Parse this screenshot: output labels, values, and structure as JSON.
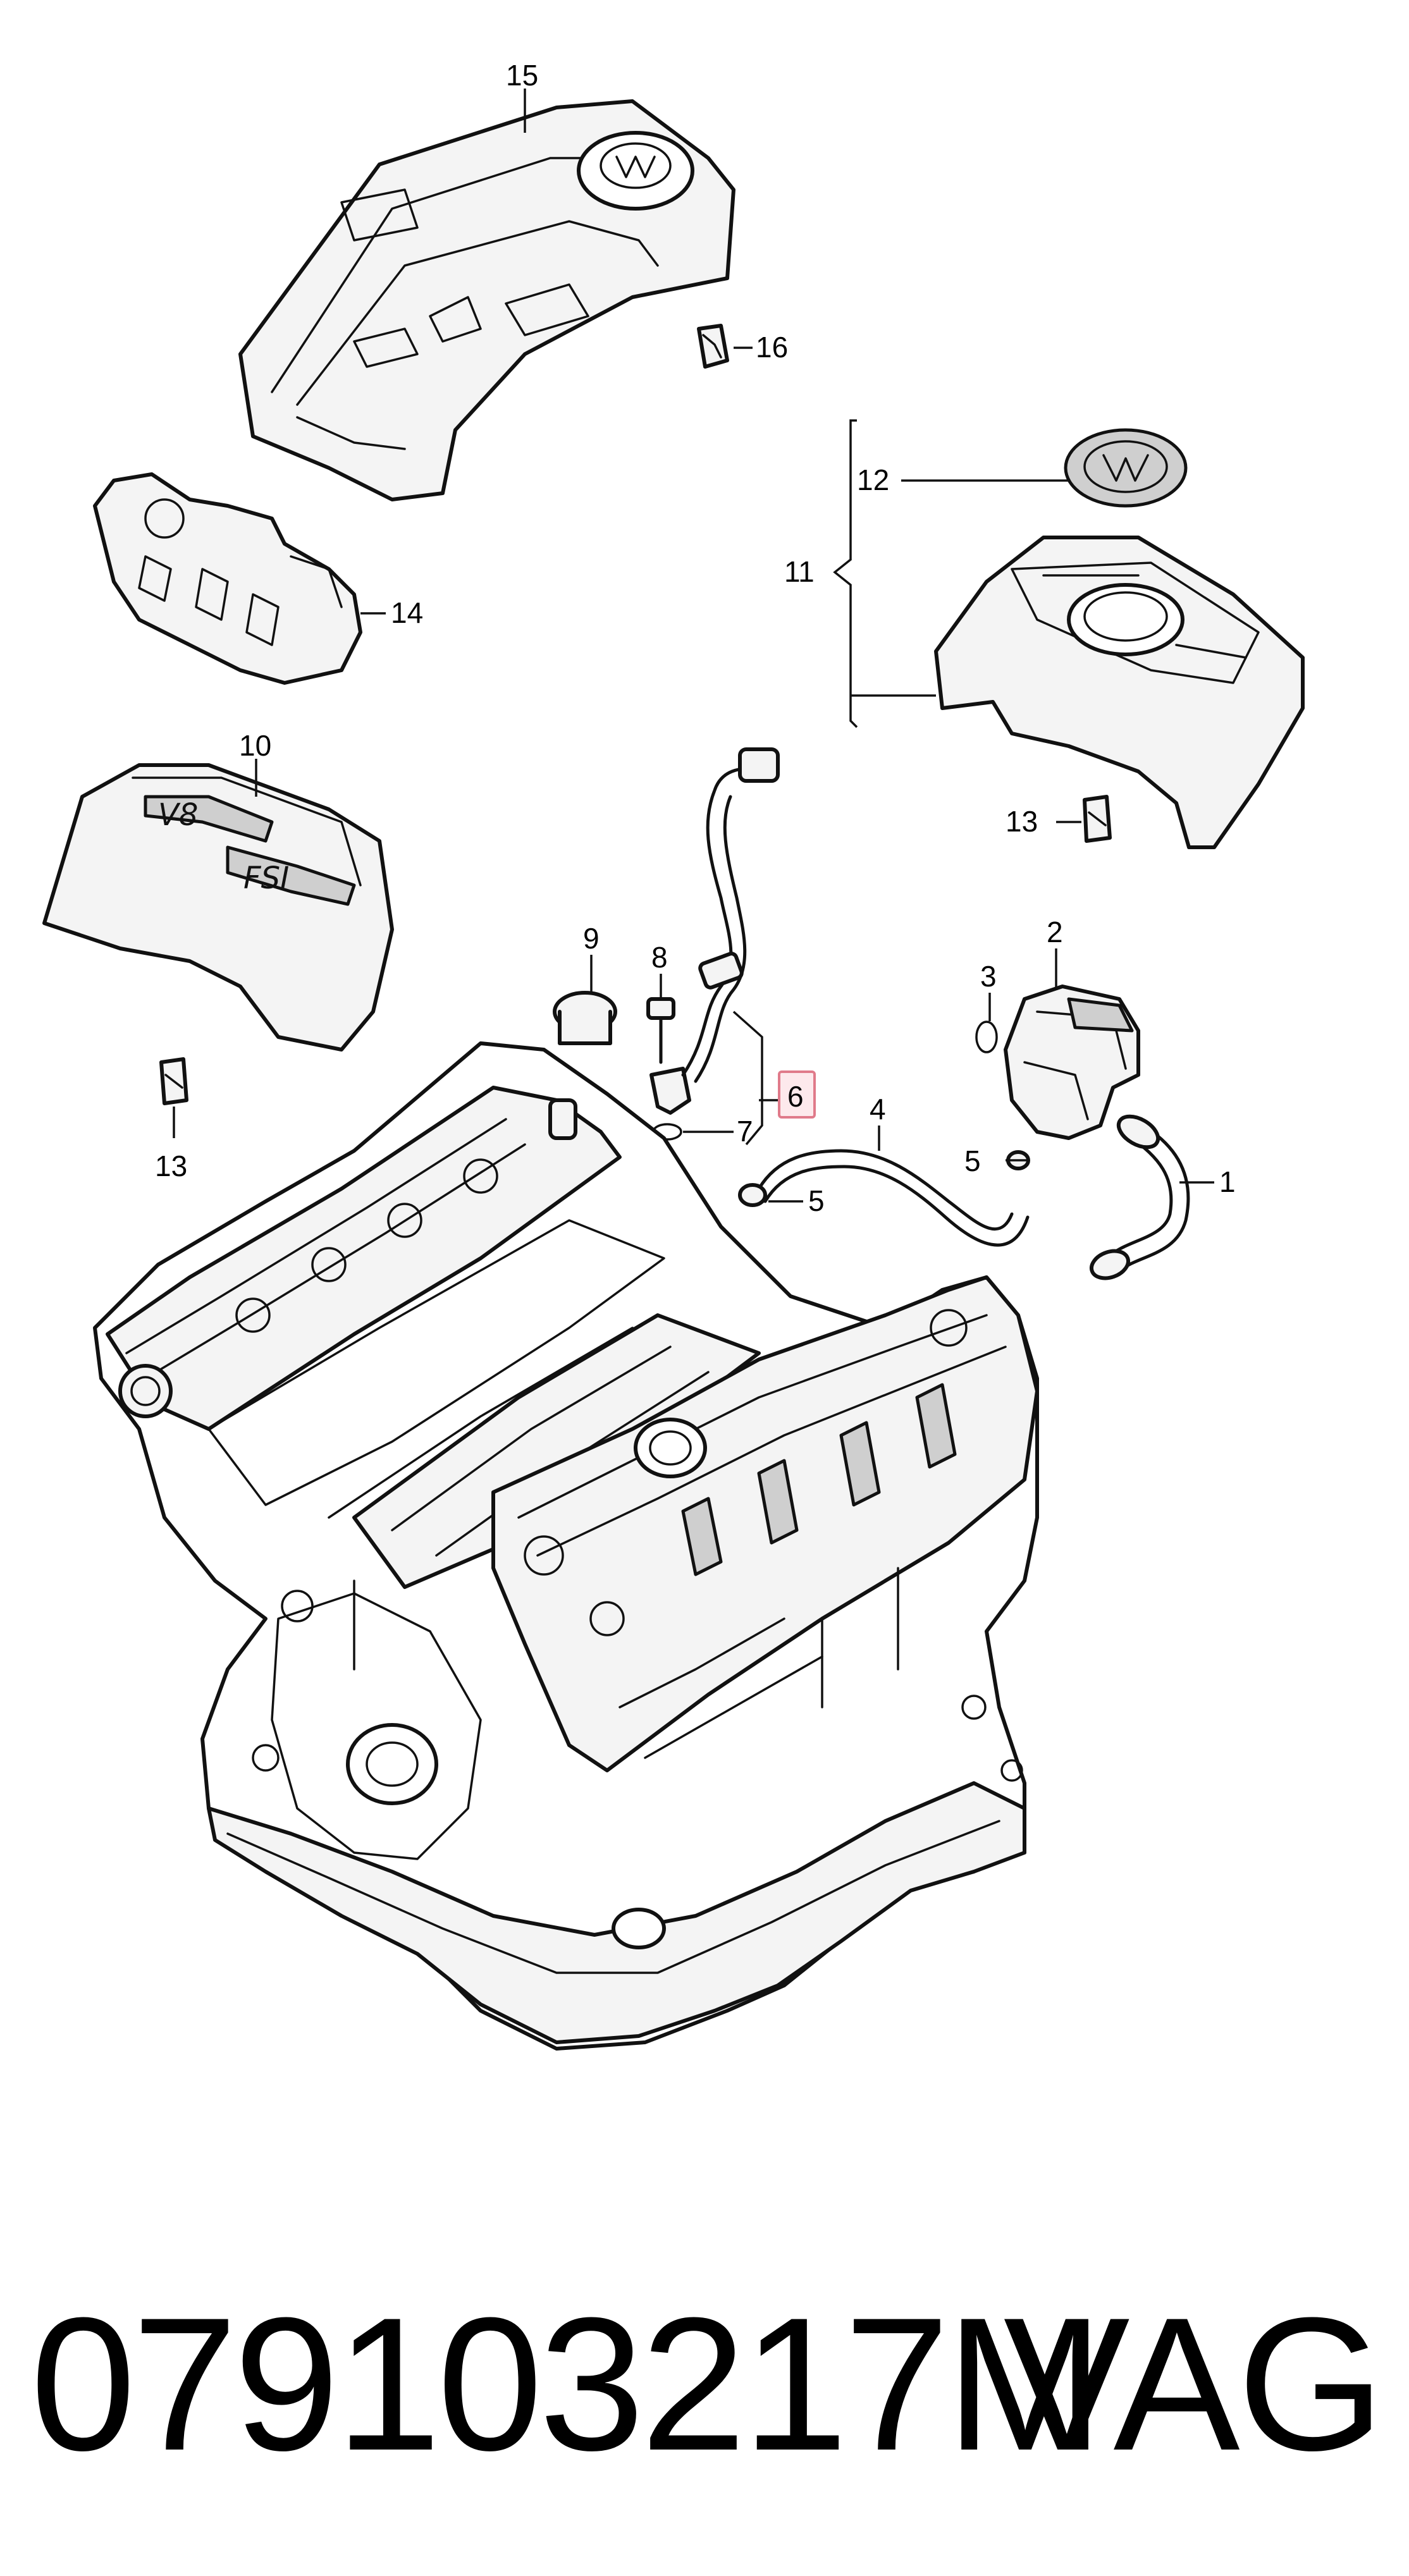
{
  "labels": {
    "p1": "1",
    "p2": "2",
    "p3": "3",
    "p4": "4",
    "p5a": "5",
    "p5b": "5",
    "p6": "6",
    "p7": "7",
    "p8": "8",
    "p9": "9",
    "p10": "10",
    "p11": "11",
    "p12": "12",
    "p13a": "13",
    "p13b": "13",
    "p14": "14",
    "p15": "15",
    "p16": "16"
  },
  "footer": {
    "part_number": "079103217M",
    "brand": "VAG"
  },
  "colors": {
    "highlight_fill": "#fde9ec",
    "highlight_stroke": "#e07a8a",
    "line": "#111111"
  }
}
